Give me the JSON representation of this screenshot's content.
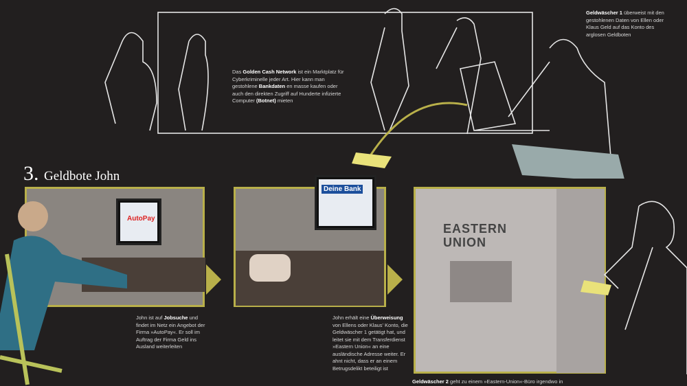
{
  "top": {
    "network_text": {
      "pre": "Das ",
      "b1": "Golden Cash Network",
      "mid1": " ist ein Marktplatz für Cyberkriminelle jeder Art. Hier kann man gestohlene ",
      "b2": "Bankdaten",
      "mid2": " en masse kaufen oder auch den direkten Zugriff auf Hunderte infizierte Computer ",
      "b3": "(Botnet)",
      "post": " mieten"
    },
    "launderer1_text": {
      "b1": "Geldwäscher 1",
      "post": " überweist mit den gestohlenen Daten von Ellen oder Klaus Geld auf das Konto des arglosen Geldboten"
    }
  },
  "section": {
    "number": "3.",
    "title": "Geldbote John"
  },
  "panels": [
    {
      "screen_label": "AutoPay",
      "caption": {
        "pre": "John ist auf ",
        "b1": "Jobsuche",
        "post": " und findet im Netz ein Angebot der Firma »AutoPay«. Er soll im Auftrag der Firma Geld ins Ausland weiterleiten"
      }
    },
    {
      "screen_label": "Deine Bank",
      "caption": {
        "pre": "John erhält eine ",
        "b1": "Überweisung",
        "post": " von Ellens oder Klaus' Konto, die Geldwäscher 1 getätigt hat, und leitet sie mit dem Transferdienst »Eastern Union« an eine ausländische Adresse weiter. Er ahnt nicht, dass er an einem Betrugsdelikt beteiligt ist"
      }
    },
    {
      "sign_line1": "EASTERN",
      "sign_line2": "UNION",
      "caption": {
        "b1": "Geldwäscher 2",
        "post": " geht zu einem »Eastern-Union«-Büro irgendwo in"
      }
    }
  ],
  "colors": {
    "background": "#221f1f",
    "accent": "#b9b04a",
    "panel": "#8a8580"
  }
}
